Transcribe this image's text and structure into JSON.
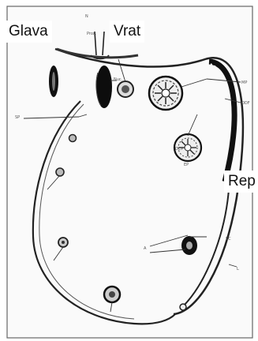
{
  "labels": {
    "head": "Glava",
    "neck": "Vrat",
    "tail": "Rep"
  },
  "figure_annotations": {
    "neck_mark": "N",
    "neck_mark_2": "Prox.",
    "nucleus": "Nuc.",
    "mp": "MP",
    "sp": "SP",
    "dcp": "DCP",
    "ep": "EP",
    "sc": "SC",
    "odf": "ODF",
    "l": "L",
    "a": "A"
  },
  "colors": {
    "ink": "#1a1a1a",
    "paper": "#ffffff",
    "frame": "#555555"
  }
}
